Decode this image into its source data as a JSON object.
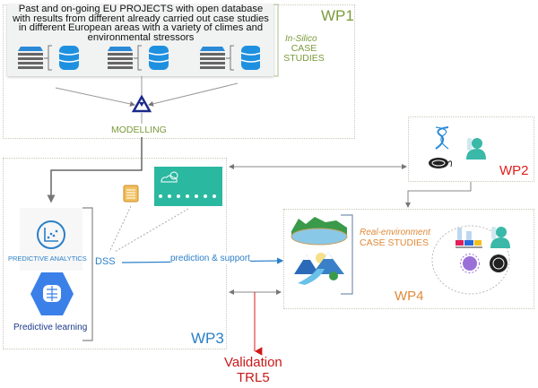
{
  "wp1": {
    "label": "WP1",
    "description": "Past and on-going EU PROJECTS with open database with results from different already carried out case studies in different European areas with a variety of climes and environmental stressors",
    "case_studies_italic": "In-Silico",
    "case_studies": "CASE STUDIES",
    "modelling": "MODELLING"
  },
  "wp2": {
    "label": "WP2"
  },
  "wp3": {
    "label": "WP3",
    "predictive_analytics": "PREDICTIVE ANALYTICS",
    "predictive_learning": "Predictive learning",
    "dss": "DSS",
    "prediction_support": "prediction & support"
  },
  "wp4": {
    "label": "WP4",
    "case_studies_italic": "Real-environment",
    "case_studies": "CASE STUDIES"
  },
  "validation": {
    "line1": "Validation",
    "line2": "TRL5"
  },
  "colors": {
    "green": "#7a9a3a",
    "blue": "#2a7fc8",
    "red": "#e0201c",
    "orange": "#e08a3a",
    "teal": "#2bb8a0"
  }
}
